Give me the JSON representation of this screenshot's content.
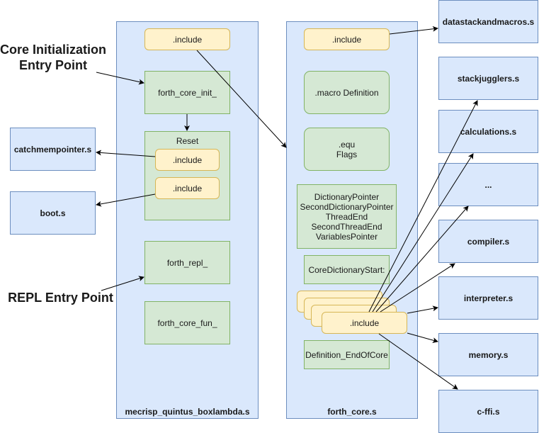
{
  "annotations": {
    "core_init_entry": "Core Initialization\nEntry Point",
    "repl_entry": "REPL Entry Point"
  },
  "left_files": {
    "catchmempointer": "catchmempointer.s",
    "boot": "boot.s"
  },
  "mecrisp_container": {
    "label": "mecrisp_quintus_boxlambda.s",
    "include": ".include",
    "forth_core_init": "forth_core_init_",
    "reset": {
      "label": "Reset",
      "include_1": ".include",
      "include_2": ".include"
    },
    "forth_repl": "forth_repl_",
    "forth_core_fun": "forth_core_fun_"
  },
  "forth_core_container": {
    "label": "forth_core.s",
    "include": ".include",
    "macro_definition": ".macro Definition",
    "equ_flags": ".equ\nFlags",
    "pointers": "DictionaryPointer\nSecondDictionaryPointer\nThreadEnd\nSecondThreadEnd\nVariablesPointer",
    "core_dictionary_start": "CoreDictionaryStart:",
    "stacked_include": ".include",
    "definition_end_of_core": "Definition_EndOfCore"
  },
  "right_files": [
    "datastackandmacros.s",
    "stackjugglers.s",
    "calculations.s",
    "...",
    "compiler.s",
    "interpreter.s",
    "memory.s",
    "c-ffi.s"
  ],
  "colors": {
    "container_fill": "#dae8fc",
    "container_stroke": "#6c8ebf",
    "include_fill": "#fff2cc",
    "include_stroke": "#d6b656",
    "block_fill": "#d5e8d4",
    "block_stroke": "#82b366"
  }
}
